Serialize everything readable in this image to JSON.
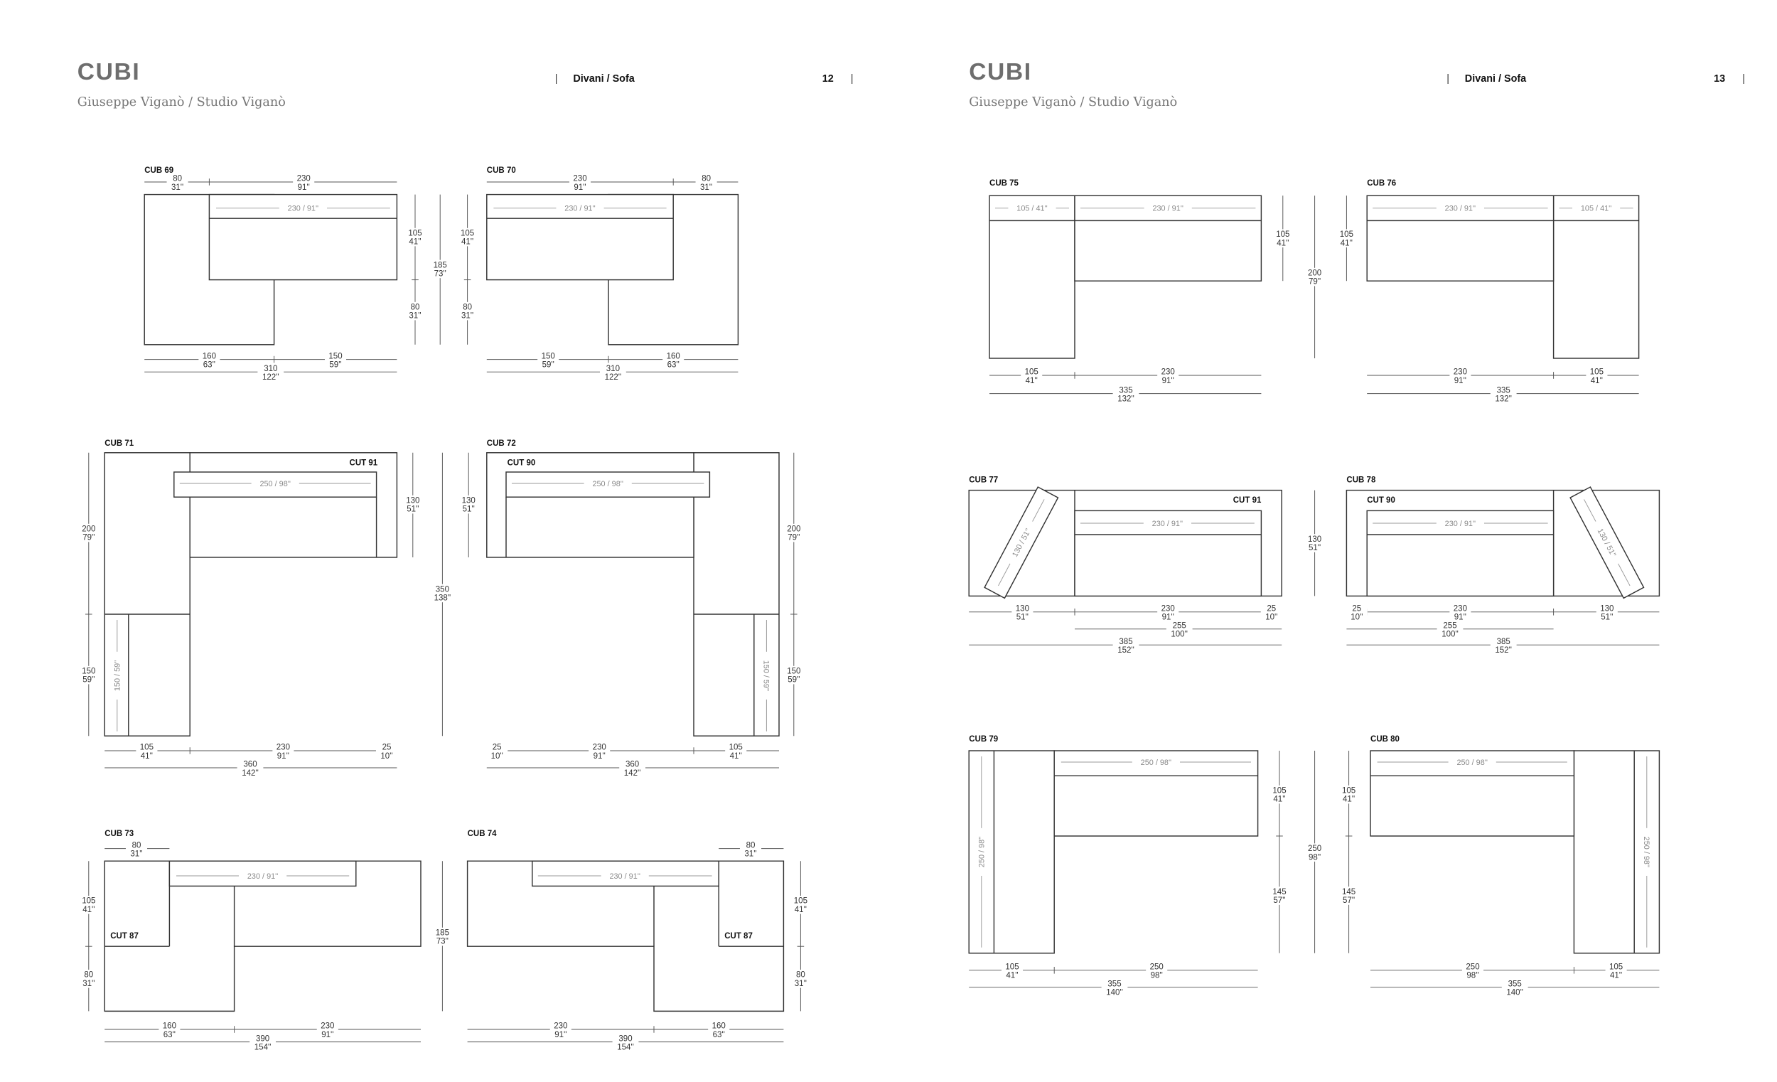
{
  "pages": [
    {
      "title": "CUBI",
      "designer": "Giuseppe Viganò / Studio Viganò",
      "section": "Divani / Sofa",
      "page_number": "12",
      "separator": "|",
      "drawings": [
        {
          "code": "CUB 69",
          "cut": "",
          "inner": [
            "230 / 91''"
          ],
          "dims": [
            {
              "cm": "80",
              "in": "31''"
            },
            {
              "cm": "230",
              "in": "91''"
            },
            {
              "cm": "105",
              "in": "41''"
            },
            {
              "cm": "80",
              "in": "31''"
            },
            {
              "cm": "185",
              "in": "73''"
            },
            {
              "cm": "160",
              "in": "63''"
            },
            {
              "cm": "150",
              "in": "59''"
            },
            {
              "cm": "310",
              "in": "122''"
            }
          ]
        },
        {
          "code": "CUB 70",
          "cut": "",
          "inner": [
            "230 / 91''"
          ],
          "dims": [
            {
              "cm": "230",
              "in": "91''"
            },
            {
              "cm": "80",
              "in": "31''"
            },
            {
              "cm": "105",
              "in": "41''"
            },
            {
              "cm": "80",
              "in": "31''"
            },
            {
              "cm": "150",
              "in": "59''"
            },
            {
              "cm": "160",
              "in": "63''"
            },
            {
              "cm": "310",
              "in": "122''"
            }
          ]
        },
        {
          "code": "CUB 71",
          "cut": "CUT 91",
          "inner": [
            "250 / 98''",
            "150 / 59''"
          ],
          "dims": [
            {
              "cm": "200",
              "in": "79''"
            },
            {
              "cm": "150",
              "in": "59''"
            },
            {
              "cm": "130",
              "in": "51''"
            },
            {
              "cm": "350",
              "in": "138''"
            },
            {
              "cm": "105",
              "in": "41''"
            },
            {
              "cm": "230",
              "in": "91''"
            },
            {
              "cm": "25",
              "in": "10''"
            },
            {
              "cm": "360",
              "in": "142''"
            }
          ]
        },
        {
          "code": "CUB 72",
          "cut": "CUT 90",
          "inner": [
            "250 / 98''",
            "150 / 59''"
          ],
          "dims": [
            {
              "cm": "130",
              "in": "51''"
            },
            {
              "cm": "200",
              "in": "79''"
            },
            {
              "cm": "150",
              "in": "59''"
            },
            {
              "cm": "25",
              "in": "10''"
            },
            {
              "cm": "230",
              "in": "91''"
            },
            {
              "cm": "105",
              "in": "41''"
            },
            {
              "cm": "360",
              "in": "142''"
            }
          ]
        },
        {
          "code": "CUB 73",
          "cut": "CUT 87",
          "inner": [
            "230 / 91''"
          ],
          "dims": [
            {
              "cm": "80",
              "in": "31''"
            },
            {
              "cm": "105",
              "in": "41''"
            },
            {
              "cm": "80",
              "in": "31''"
            },
            {
              "cm": "185",
              "in": "73''"
            },
            {
              "cm": "160",
              "in": "63''"
            },
            {
              "cm": "230",
              "in": "91''"
            },
            {
              "cm": "390",
              "in": "154''"
            }
          ]
        },
        {
          "code": "CUB 74",
          "cut": "CUT 87",
          "inner": [
            "230 / 91''"
          ],
          "dims": [
            {
              "cm": "80",
              "in": "31''"
            },
            {
              "cm": "105",
              "in": "41''"
            },
            {
              "cm": "80",
              "in": "31''"
            },
            {
              "cm": "230",
              "in": "91''"
            },
            {
              "cm": "160",
              "in": "63''"
            },
            {
              "cm": "390",
              "in": "154''"
            }
          ]
        }
      ]
    },
    {
      "title": "CUBI",
      "designer": "Giuseppe Viganò / Studio Viganò",
      "section": "Divani / Sofa",
      "page_number": "13",
      "separator": "|",
      "drawings": [
        {
          "code": "CUB 75",
          "cut": "",
          "inner": [
            "105 / 41''",
            "230 / 91''"
          ],
          "dims": [
            {
              "cm": "105",
              "in": "41''"
            },
            {
              "cm": "200",
              "in": "79''"
            },
            {
              "cm": "105",
              "in": "41''"
            },
            {
              "cm": "230",
              "in": "91''"
            },
            {
              "cm": "335",
              "in": "132''"
            }
          ]
        },
        {
          "code": "CUB 76",
          "cut": "",
          "inner": [
            "230 / 91''",
            "105 / 41''"
          ],
          "dims": [
            {
              "cm": "105",
              "in": "41''"
            },
            {
              "cm": "230",
              "in": "91''"
            },
            {
              "cm": "105",
              "in": "41''"
            },
            {
              "cm": "335",
              "in": "132''"
            }
          ]
        },
        {
          "code": "CUB 77",
          "cut": "CUT 91",
          "inner": [
            "230 / 91''",
            "130 / 51''"
          ],
          "dims": [
            {
              "cm": "130",
              "in": "51''"
            },
            {
              "cm": "130",
              "in": "51''"
            },
            {
              "cm": "230",
              "in": "91''"
            },
            {
              "cm": "25",
              "in": "10''"
            },
            {
              "cm": "255",
              "in": "100''"
            },
            {
              "cm": "385",
              "in": "152''"
            }
          ]
        },
        {
          "code": "CUB 78",
          "cut": "CUT 90",
          "inner": [
            "230 / 91''",
            "130 / 51''"
          ],
          "dims": [
            {
              "cm": "25",
              "in": "10''"
            },
            {
              "cm": "230",
              "in": "91''"
            },
            {
              "cm": "130",
              "in": "51''"
            },
            {
              "cm": "255",
              "in": "100''"
            },
            {
              "cm": "385",
              "in": "152''"
            }
          ]
        },
        {
          "code": "CUB 79",
          "cut": "",
          "inner": [
            "250 / 98''",
            "250 / 98''"
          ],
          "dims": [
            {
              "cm": "105",
              "in": "41''"
            },
            {
              "cm": "145",
              "in": "57''"
            },
            {
              "cm": "250",
              "in": "98''"
            },
            {
              "cm": "105",
              "in": "41''"
            },
            {
              "cm": "250",
              "in": "98''"
            },
            {
              "cm": "355",
              "in": "140''"
            }
          ]
        },
        {
          "code": "CUB 80",
          "cut": "",
          "inner": [
            "250 / 98''",
            "250 / 98''"
          ],
          "dims": [
            {
              "cm": "105",
              "in": "41''"
            },
            {
              "cm": "145",
              "in": "57''"
            },
            {
              "cm": "250",
              "in": "98''"
            },
            {
              "cm": "105",
              "in": "41''"
            },
            {
              "cm": "355",
              "in": "140''"
            }
          ]
        }
      ]
    }
  ]
}
